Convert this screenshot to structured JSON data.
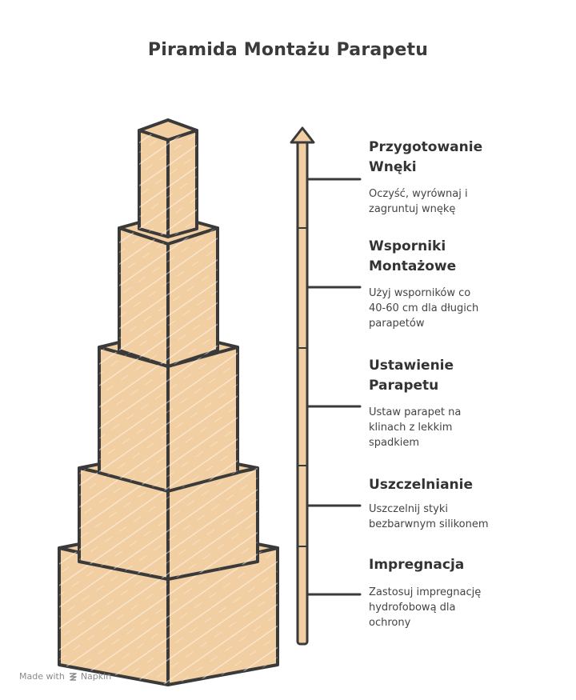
{
  "title": "Piramida Montażu Parapetu",
  "steps": [
    {
      "title": "Przygotowanie\nWnęki",
      "desc": "Oczyść, wyrównaj i\nzagruntuj wnękę"
    },
    {
      "title": "Wsporniki\nMontażowe",
      "desc": "Użyj wsporników co\n40-60 cm dla długich\nparapetów"
    },
    {
      "title": "Ustawienie\nParapetu",
      "desc": "Ustaw parapet na\nklinach z lekkim\nspadkiem"
    },
    {
      "title": "Uszczelnianie",
      "desc": "Uszczelnij styki\nbezbarwnym silikonem"
    },
    {
      "title": "Impregnacja",
      "desc": "Zastosuj impregnację\nhydrofobową dla\nochrony"
    }
  ],
  "footer": {
    "made_with": "Made with",
    "brand": "Napkin"
  },
  "colors": {
    "block_fill": "#f2cfa2",
    "outline": "#3a3a3a",
    "hatch": "#ffffff"
  }
}
